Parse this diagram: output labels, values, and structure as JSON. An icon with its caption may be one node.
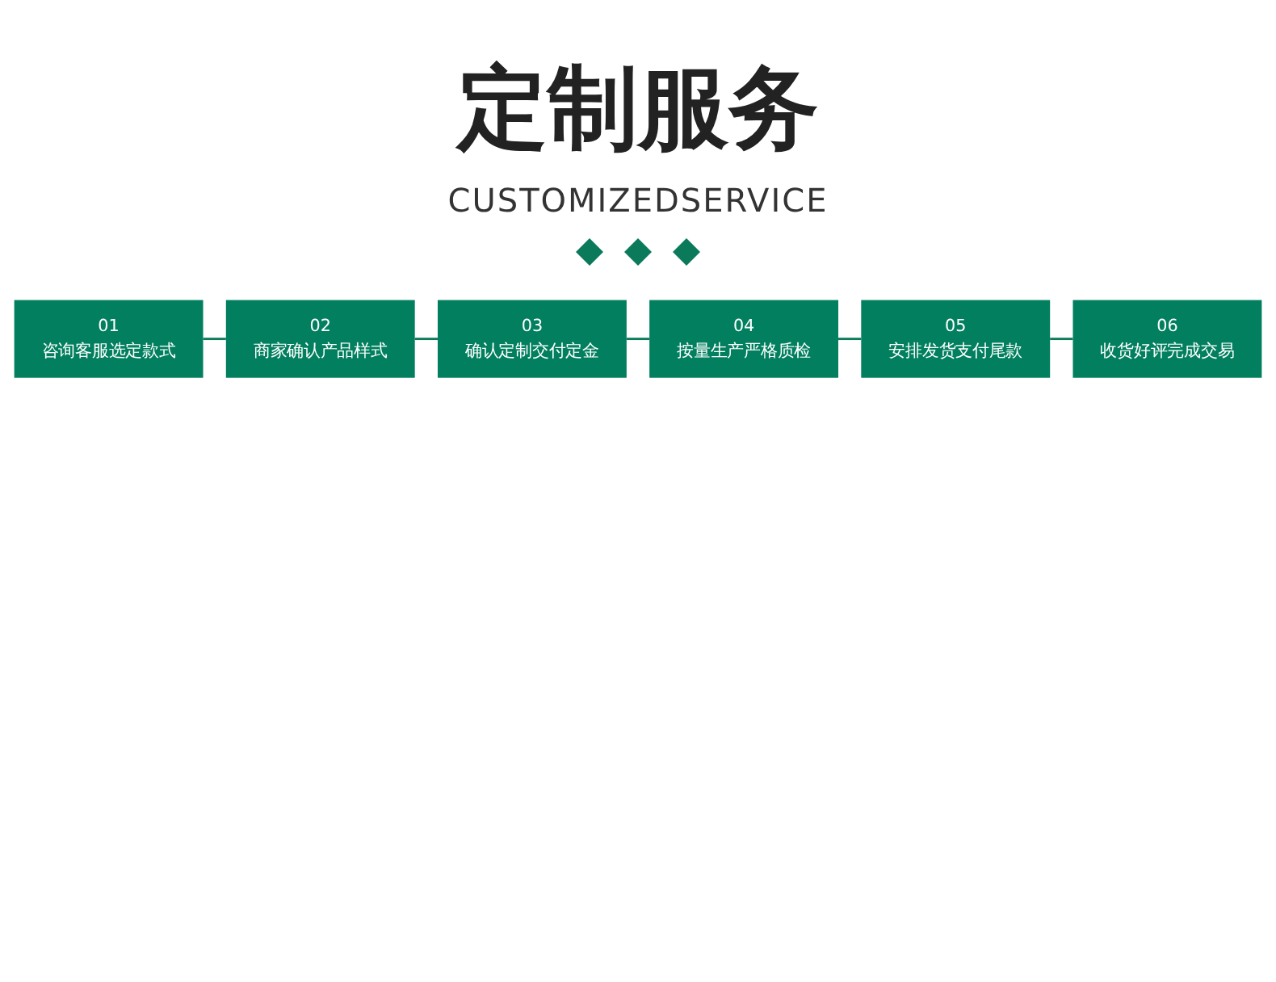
{
  "diagram": {
    "title": "定制服务",
    "caption": "CUSTOMIZEDSERVICE",
    "nodes": [
      {
        "text": [
          "01",
          "咨询客服选定款式"
        ]
      },
      {
        "text": [
          "02",
          "商家确认产品样式"
        ]
      },
      {
        "text": [
          "03",
          "确认定制交付定金"
        ]
      },
      {
        "text": [
          "04",
          "按量生产严格质检"
        ]
      },
      {
        "text": [
          "05",
          "安排发货支付尾款"
        ]
      },
      {
        "text": [
          "06",
          "收货好评完成交易"
        ]
      }
    ],
    "edges": [
      {
        "from": 0,
        "to": 1,
        "arrow": "none"
      },
      {
        "from": 1,
        "to": 2,
        "arrow": "none"
      },
      {
        "from": 2,
        "to": 3,
        "arrow": "none"
      },
      {
        "from": 3,
        "to": 4,
        "arrow": "none"
      },
      {
        "from": 4,
        "to": 5,
        "arrow": "none"
      }
    ]
  }
}
